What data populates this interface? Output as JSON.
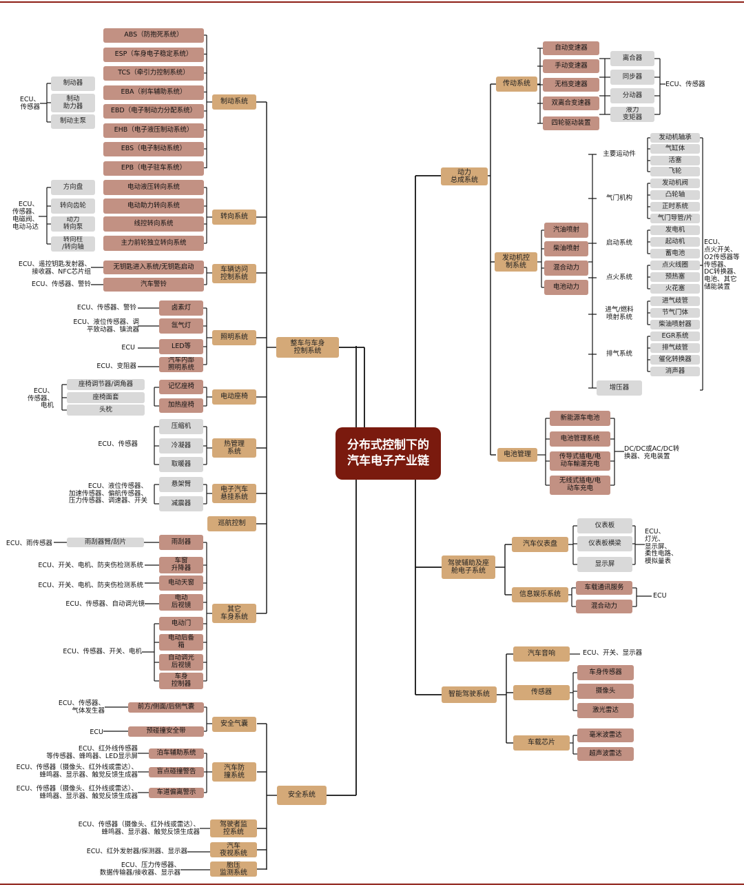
{
  "center": "分布式控制下的\n汽车电子产业链",
  "left": {
    "body_control": {
      "label": "整车与车身\n控制系统",
      "brake": {
        "label": "制动系统",
        "items": [
          "ABS（防抱死系统）",
          "ESP（车身电子稳定系统）",
          "TCS（牵引力控制系统）",
          "EBA（刹车辅助系统）",
          "EBD（电子制动力分配系统）",
          "EHB（电子液压制动系统）",
          "EBS（电子制动系统）",
          "EPB（电子驻车系统）"
        ],
        "parts": [
          "制动器",
          "制动\n助力器",
          "制动主泵"
        ],
        "parts_note": "ECU、\n传感器"
      },
      "steering": {
        "label": "转向系统",
        "items": [
          "电动液压转向系统",
          "电动助力转向系统",
          "线控转向系统",
          "主力前轮独立转向系统"
        ],
        "parts": [
          "方向盘",
          "转向齿轮",
          "动力\n转向泵",
          "转向柱\n/转向轴"
        ],
        "parts_note": "ECU、\n传感器、\n电磁阀、\n电动马达"
      },
      "access": {
        "label": "车辆访问\n控制系统",
        "items": [
          "无钥匙进入系统/无钥匙启动",
          "汽车警铃"
        ],
        "notes": [
          "ECU、遥控钥匙发射器、\n接收器、NFC芯片组",
          "ECU、传感器、警铃"
        ]
      },
      "lighting": {
        "label": "照明系统",
        "items": [
          "卤素灯",
          "氙气灯",
          "LED等",
          "汽车内部\n照明系统"
        ],
        "notes": [
          "ECU、传感器、警铃",
          "ECU、液位传感器、调\n平致动器、镇流器",
          "ECU",
          "ECU、变阻器"
        ]
      },
      "seat": {
        "label": "电动座椅",
        "items": [
          "记忆座椅",
          "加热座椅"
        ],
        "parts": [
          "座椅调节器/调角器",
          "座椅面套",
          "头枕"
        ],
        "parts_note": "ECU、\n传感器、\n电机"
      },
      "thermal": {
        "label": "热管理\n系统",
        "items": [
          "压缩机",
          "冷凝器",
          "取暖器"
        ],
        "note": "ECU、传感器"
      },
      "suspension": {
        "label": "电子汽车\n悬挂系统",
        "items": [
          "悬架臂",
          "减震器"
        ],
        "note": "ECU、液位传感器、\n加速传感器、偏航传感器、\n压力传感器、调速器、开关"
      },
      "cruise": {
        "label": "巡航控制"
      },
      "other": {
        "label": "其它\n车身系统",
        "items": [
          "雨刮器",
          "车窗\n升降器",
          "电动天窗",
          "电动\n后视镜",
          "电动门",
          "电动后备\n箱",
          "自动调光\n后视镜",
          "车身\n控制器"
        ],
        "wiper_part": "雨刮器臂/刮片",
        "notes": [
          "ECU、雨传感器",
          "ECU、开关、电机、防夹伤检测系统",
          "ECU、开关、电机、防夹伤检测系统",
          "ECU、传感器、自动调光镜",
          "ECU、传感器、开关、电机"
        ]
      }
    },
    "safety": {
      "label": "安全系统",
      "airbag": {
        "label": "安全气囊",
        "items": [
          "前方/侧面/后侧气囊",
          "预碰撞安全带"
        ],
        "notes": [
          "ECU、传感器、\n气体发生器",
          "ECU"
        ]
      },
      "collision": {
        "label": "汽车防\n撞系统",
        "items": [
          "泊车辅助系统",
          "盲点碰撞警告",
          "车道偏离警示"
        ],
        "notes": [
          "ECU、红外线传感器\n等传感器、蜂鸣器、LED显示屏",
          "ECU、传感器（摄像头、红外线或雷达）、\n蜂鸣器、显示器、触觉反馈生成器",
          "ECU、传感器（摄像头、红外线或雷达）、\n蜂鸣器、显示器、触觉反馈生成器"
        ]
      },
      "driver_monitor": {
        "label": "驾驶者监\n控系统",
        "note": "ECU、传感器（摄像头、红外线或雷达）、\n蜂鸣器、显示器、触觉反馈生成器"
      },
      "night_vision": {
        "label": "汽车\n夜视系统",
        "note": "ECU、红外发射器/探测器、显示器"
      },
      "tpms": {
        "label": "胎压\n监测系统",
        "note": "ECU、压力传感器、\n数据传输器/接收器、显示器"
      }
    }
  },
  "right": {
    "powertrain": {
      "label": "动力\n总成系统",
      "transmission": {
        "label": "传动系统",
        "items": [
          "自动变速器",
          "手动变速器",
          "无档变速器",
          "双离合变速器",
          "四轮驱动装置"
        ],
        "parts": [
          "离合器",
          "同步器",
          "分动器",
          "液力\n变矩器"
        ],
        "note": "ECU、传感器"
      },
      "engine": {
        "label": "发动机控\n制系统",
        "items": [
          "汽油喷射",
          "柴油喷射",
          "混合动力",
          "电池动力"
        ],
        "groups": [
          {
            "label": "主要运动件",
            "parts": [
              "发动机轴承",
              "气缸体",
              "活塞",
              "飞轮"
            ]
          },
          {
            "label": "气门机构",
            "parts": [
              "发动机阀",
              "凸轮轴",
              "正时系统",
              "气门导管/片"
            ]
          },
          {
            "label": "启动系统",
            "parts": [
              "发电机",
              "起动机",
              "蓄电池"
            ]
          },
          {
            "label": "点火系统",
            "parts": [
              "点火线圈",
              "预热塞",
              "火花塞"
            ]
          },
          {
            "label": "进气/燃料\n喷射系统",
            "parts": [
              "进气歧管",
              "节气门体",
              "柴油喷射器"
            ]
          },
          {
            "label": "排气系统",
            "parts": [
              "EGR系统",
              "排气歧管",
              "催化转换器",
              "消声器"
            ]
          },
          {
            "label": "增压器",
            "parts": []
          }
        ],
        "note": "ECU、\n点火开关、\nO2传感器等\n传感器、\nDC转换器、\n电池、其它\n储能装置"
      },
      "battery": {
        "label": "电池管理",
        "items": [
          "新能源车电池",
          "电池管理系统",
          "传导式插电/电\n动车輸運充电",
          "无线式插电/电\n动车充电"
        ],
        "note": "DC/DC或AC/DC转\n换器、充电装置"
      }
    },
    "adas_cockpit": {
      "label": "驾驶辅助及座\n舱电子系统",
      "dashboard": {
        "label": "汽车仪表盘",
        "items": [
          "仪表板",
          "仪表板横梁",
          "显示屏"
        ],
        "note": "ECU、\n灯光、\n显示屏、\n柔性电路、\n模拟量表"
      },
      "infotainment": {
        "label": "信息娱乐系统",
        "items": [
          "车载通讯服务",
          "混合动力"
        ],
        "note": "ECU"
      }
    },
    "autonomous": {
      "label": "智能驾驶系统",
      "audio": {
        "label": "汽车音响",
        "note": "ECU、开关、显示器"
      },
      "sensors": {
        "label": "传感器",
        "items": [
          "车身传感器",
          "摄像头",
          "激光雷达"
        ]
      },
      "chips": {
        "label": "车载芯片",
        "items": [
          "毫米波雷达",
          "超声波雷达"
        ]
      }
    }
  }
}
